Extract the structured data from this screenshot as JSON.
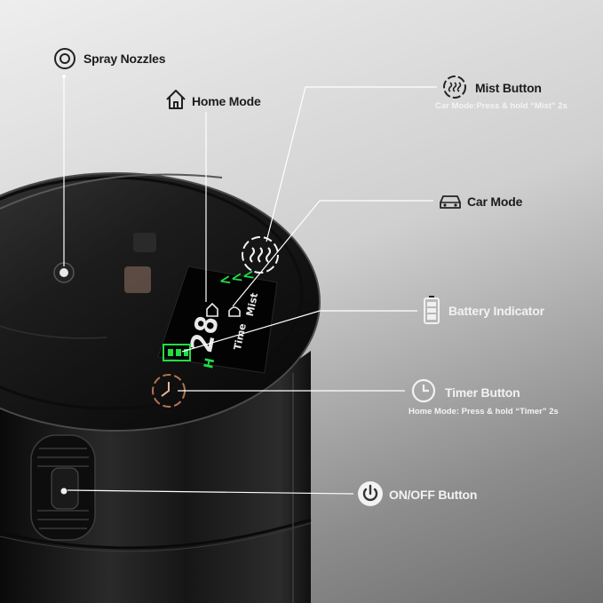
{
  "callouts": {
    "spray_nozzles": {
      "label": "Spray Nozzles",
      "icon": "target-ring-icon"
    },
    "home_mode": {
      "label": "Home Mode",
      "icon": "house-icon"
    },
    "mist_button": {
      "label": "Mist Button",
      "note": "Car Mode:Press & hold “Mist” 2s",
      "icon": "mist-waves-icon"
    },
    "car_mode": {
      "label": "Car Mode",
      "icon": "car-icon"
    },
    "battery_indicator": {
      "label": "Battery Indicator",
      "icon": "battery-icon"
    },
    "timer_button": {
      "label": "Timer Button",
      "note": "Home Mode: Press & hold “Timer” 2s",
      "icon": "clock-icon"
    },
    "onoff_button": {
      "label": "ON/OFF Button",
      "icon": "power-icon"
    }
  },
  "display": {
    "mist_label": "Mist",
    "time_label": "Time",
    "mode_letter": "H",
    "digits": "28",
    "lcd_color": "#e9e9e9",
    "accent_green": "#22dd44"
  },
  "colors": {
    "leader_line": "#ffffff",
    "device_body": "#141414",
    "timer_button_glow": "#e8b89a"
  }
}
